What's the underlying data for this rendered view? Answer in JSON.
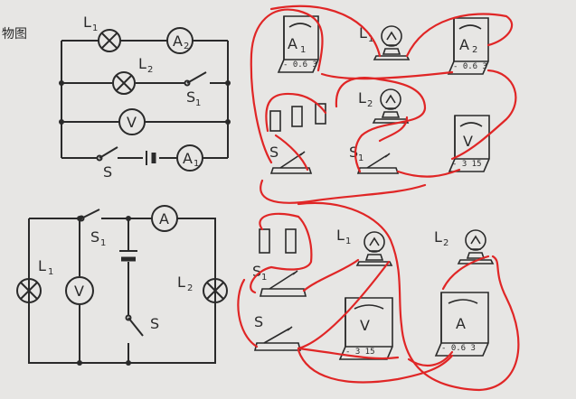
{
  "header": {
    "title": "物图"
  },
  "colors": {
    "paper": "#e7e6e4",
    "ink": "#2a2a2a",
    "annotation": "#e02626"
  },
  "top_schematic": {
    "labels": {
      "lamp1": "L",
      "lamp1_sub": "1",
      "lamp2": "L",
      "lamp2_sub": "2",
      "ammeter2": "A",
      "ammeter2_sub": "2",
      "switch1": "S",
      "switch1_sub": "1",
      "voltmeter": "V",
      "switch": "S",
      "ammeter1": "A",
      "ammeter1_sub": "1"
    }
  },
  "top_physical": {
    "ammeter1_label": "A",
    "ammeter1_sub": "1",
    "ammeter1_scale": "- 0.6 3",
    "lamp1_label": "L",
    "lamp1_sub": "1",
    "ammeter2_label": "A",
    "ammeter2_sub": "2",
    "ammeter2_scale": "- 0.6 3",
    "lamp2_label": "L",
    "lamp2_sub": "2",
    "voltmeter_label": "V",
    "voltmeter_scale": "- 3 15",
    "switch_label": "S",
    "switch1_label": "S",
    "switch1_sub": "1"
  },
  "bottom_schematic": {
    "labels": {
      "switch1": "S",
      "switch1_sub": "1",
      "ammeter": "A",
      "lamp1": "L",
      "lamp1_sub": "1",
      "voltmeter": "V",
      "lamp2": "L",
      "lamp2_sub": "2",
      "switch": "S"
    }
  },
  "bottom_physical": {
    "lamp1_label": "L",
    "lamp1_sub": "1",
    "lamp2_label": "L",
    "lamp2_sub": "2",
    "switch1_label": "S",
    "switch1_sub": "1",
    "switch_label": "S",
    "voltmeter_label": "V",
    "voltmeter_scale": "- 3 15",
    "ammeter_label": "A",
    "ammeter_scale": "- 0.6 3"
  }
}
